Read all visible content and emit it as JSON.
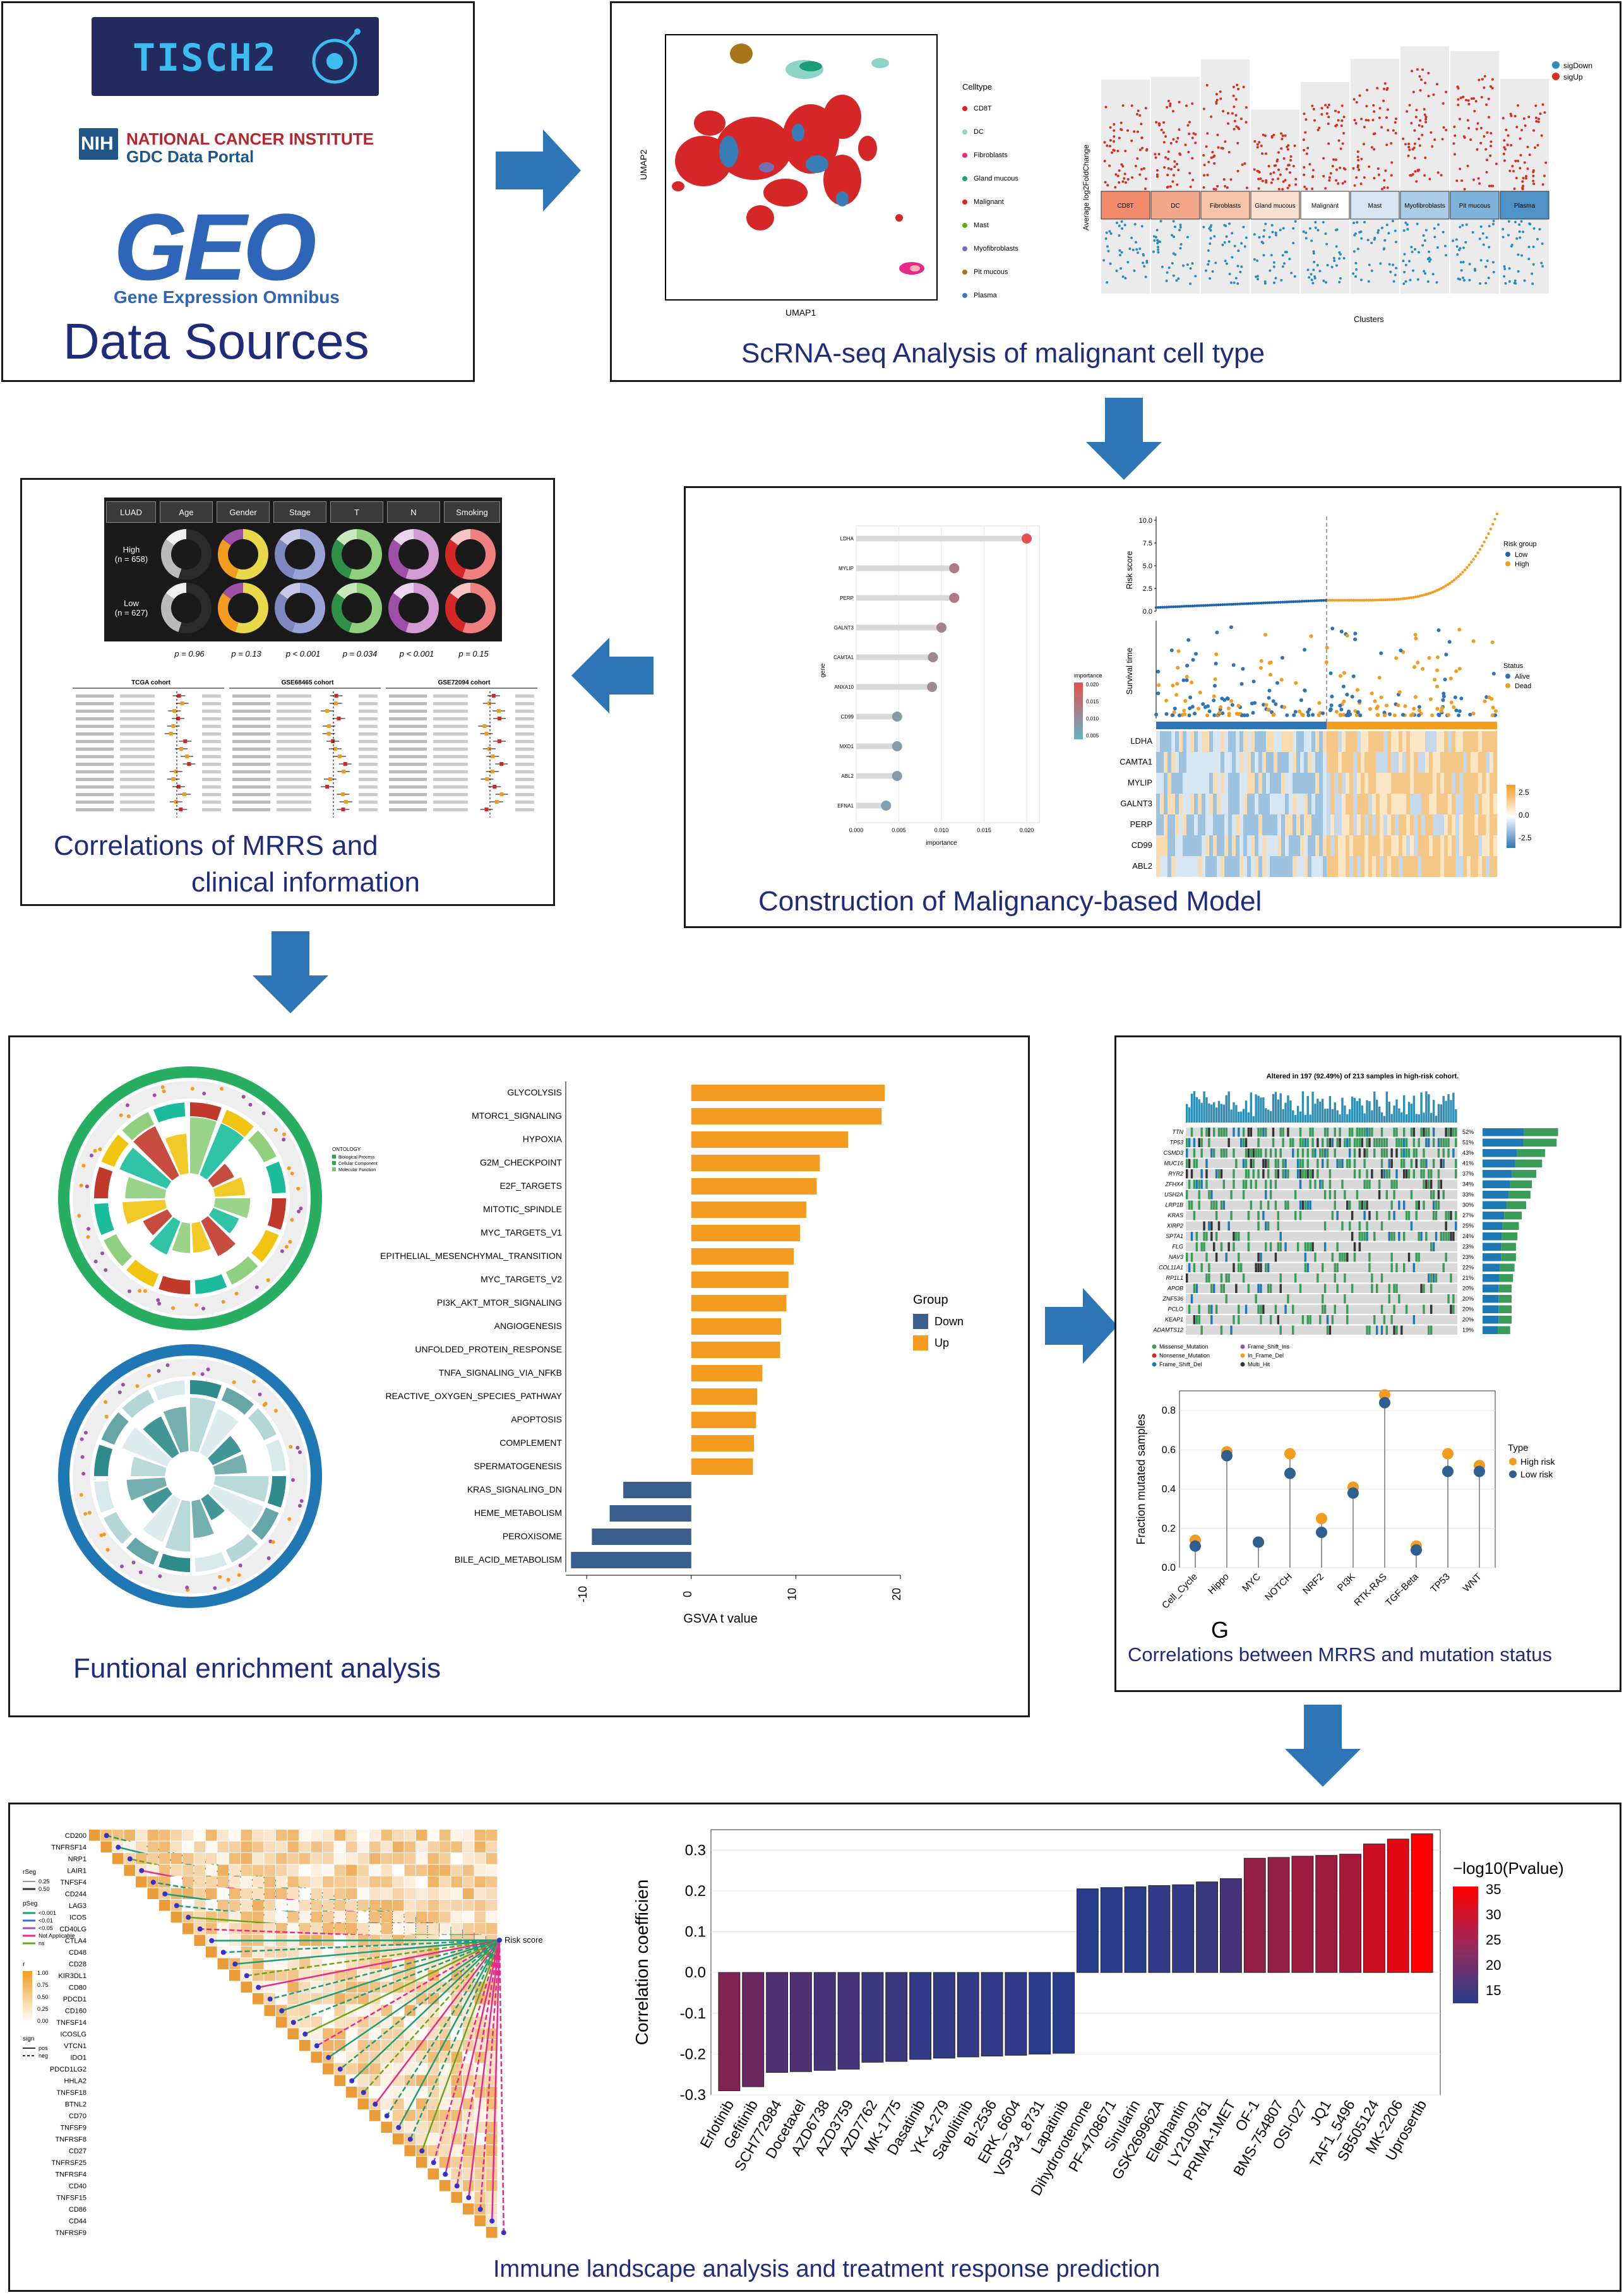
{
  "panels": {
    "data_sources": {
      "caption": "Data Sources",
      "logo_tisch": "TISCH2",
      "logo_nih": "NIH",
      "logo_nci_line1": "NATIONAL CANCER INSTITUTE",
      "logo_nci_line2": "GDC Data Portal",
      "logo_geo": "GEO",
      "logo_geo_sub": "Gene Expression Omnibus"
    },
    "scrna": {
      "caption": "ScRNA-seq Analysis of malignant cell type",
      "umap_xlabel": "UMAP1",
      "umap_ylabel": "UMAP2",
      "legend_title": "Celltype",
      "celltypes": [
        "CD8T",
        "DC",
        "Fibroblasts",
        "Gland mucous",
        "Malignant",
        "Mast",
        "Myofibroblasts",
        "Pit mucous",
        "Plasma"
      ],
      "celltype_colors": [
        "#e41a1c",
        "#8dd3c7",
        "#e7298a",
        "#1b9e77",
        "#d62728",
        "#66a61e",
        "#7570b3",
        "#a6761d",
        "#377eb8"
      ],
      "volcano_ylabel": "Average log2FoldChange",
      "volcano_xlabel": "Clusters",
      "volcano_legend": [
        "sigDown",
        "sigUp"
      ],
      "clusters": [
        "CD8T",
        "DC",
        "Fibroblasts",
        "Gland mucous",
        "Malignant",
        "Mast",
        "Myofibroblasts",
        "Pit mucous",
        "Plasma"
      ]
    },
    "model": {
      "caption": "Construction of Malignancy-based Model",
      "genes": [
        "LDHA",
        "MYLIP",
        "PERP",
        "GALNT3",
        "CAMTA1",
        "ANXA10",
        "CD99",
        "MXD1",
        "ABL2",
        "EFNA1"
      ],
      "importance": [
        0.02,
        0.0115,
        0.0115,
        0.01,
        0.009,
        0.0089,
        0.0048,
        0.0048,
        0.0048,
        0.0035
      ],
      "importance_axis": "importance",
      "importance_ticks": [
        "0.000",
        "0.005",
        "0.010",
        "0.015",
        "0.020"
      ],
      "legend_title": "importance",
      "legend_vals": [
        "0.020",
        "0.015",
        "0.010",
        "0.005"
      ],
      "genes_axis": "gene",
      "risk_ylabel": "Risk score",
      "risk_ticks": [
        "0.0",
        "2.5",
        "5.0",
        "7.5",
        "10.0"
      ],
      "risk_legend_title": "Risk group",
      "risk_legend": [
        "Low",
        "High"
      ],
      "surv_ylabel": "Survival time",
      "surv_legend_title": "Status",
      "surv_legend": [
        "Alive",
        "Dead"
      ],
      "heat_genes": [
        "LDHA",
        "CAMTA1",
        "MYLIP",
        "GALNT3",
        "PERP",
        "CD99",
        "ABL2"
      ],
      "heat_scale": [
        "2.5",
        "0.0",
        "-2.5"
      ]
    },
    "clinical": {
      "caption_line1": "Correlations of MRRS and",
      "caption_line2": "clinical information",
      "table_headers": [
        "LUAD",
        "Age",
        "Gender",
        "Stage",
        "T",
        "N",
        "Smoking"
      ],
      "row_high": "High",
      "row_high_n": "(n = 658)",
      "row_low": "Low",
      "row_low_n": "(n = 627)",
      "pvalues": [
        "p = 0.96",
        "p = 0.13",
        "p < 0.001",
        "p = 0.034",
        "p < 0.001",
        "p = 0.15"
      ],
      "cohorts": [
        "TCGA cohort",
        "GSE68465 cohort",
        "GSE72094 cohort"
      ]
    },
    "enrichment": {
      "caption": "Funtional enrichment analysis",
      "ontology_title": "ONTOLOGY",
      "ontology_items": [
        "Biological Process",
        "Cellular Component",
        "Molecular Function"
      ]
    },
    "mutation": {
      "caption": "Correlations between MRRS and mutation status",
      "oncoplot_title": "Altered in 197 (92.49%) of 213 samples in high-risk cohort.",
      "genes": [
        "TTN",
        "TP53",
        "CSMD3",
        "MUC16",
        "RYR2",
        "ZFHX4",
        "USH2A",
        "LRP1B",
        "KRAS",
        "XIRP2",
        "SPTA1",
        "FLG",
        "NAV3",
        "COL11A1",
        "RP1L1",
        "APOB",
        "ZNF536",
        "PCLO",
        "KEAP1",
        "ADAMTS12"
      ],
      "percents": [
        "52%",
        "51%",
        "43%",
        "41%",
        "37%",
        "34%",
        "33%",
        "30%",
        "27%",
        "25%",
        "24%",
        "23%",
        "23%",
        "22%",
        "21%",
        "20%",
        "20%",
        "20%",
        "20%",
        "19%"
      ],
      "mut_legend": [
        "Missense_Mutation",
        "Frame_Shift_Ins",
        "Nonsense_Mutation",
        "In_Frame_Del",
        "Frame_Shift_Del",
        "Multi_Hit"
      ],
      "panel_letter": "G",
      "fraction_ylabel": "Fraction mutated samples",
      "fraction_ticks": [
        "0.0",
        "0.2",
        "0.4",
        "0.6",
        "0.8"
      ],
      "type_title": "Type",
      "type_legend": [
        "High risk",
        "Low risk"
      ]
    },
    "immune": {
      "caption": "Immune landscape analysis and treatment response prediction",
      "risk_label": "Risk score",
      "genes": [
        "CD200",
        "TNFRSF14",
        "NRP1",
        "LAIR1",
        "TNFSF4",
        "CD244",
        "LAG3",
        "ICOS",
        "CD40LG",
        "CTLA4",
        "CD48",
        "CD28",
        "KIR3DL1",
        "CD80",
        "PDCD1",
        "CD160",
        "TNFSF14",
        "ICOSLG",
        "VTCN1",
        "IDO1",
        "PDCD1LG2",
        "HHLA2",
        "TNFSF18",
        "BTNL2",
        "CD70",
        "TNFSF9",
        "TNFRSF8",
        "CD27",
        "TNFRSF25",
        "TNFRSF4",
        "CD40",
        "TNFSF15",
        "CD86",
        "CD44",
        "TNFRSF9"
      ],
      "rseg_title": "rSeg",
      "rseg_items": [
        "0.25",
        "0.50"
      ],
      "pseg_title": "pSeg",
      "pseg_items": [
        "<0.001",
        "<0.01",
        "<0.05",
        "Not Applicable",
        "ns"
      ],
      "r_title": "r",
      "r_items": [
        "1.00",
        "0.75",
        "0.50",
        "0.25",
        "0.00"
      ],
      "sign_title": "sign",
      "sign_items": [
        "pos",
        "neg"
      ]
    }
  },
  "colors": {
    "arrow": "#2e75b6",
    "caption": "#1f2c7a",
    "up": "#f39c1f",
    "down": "#3a5f8f"
  },
  "chart_data": [
    {
      "type": "bar",
      "title": "",
      "xlabel": "GSVA t value",
      "ylabel": "",
      "orientation": "horizontal",
      "xlim": [
        -12,
        20
      ],
      "xticks": [
        "-10",
        "0",
        "10",
        "20"
      ],
      "legend_title": "Group",
      "legend": [
        "Down",
        "Up"
      ],
      "categories": [
        "GLYCOLYSIS",
        "MTORC1_SIGNALING",
        "HYPOXIA",
        "G2M_CHECKPOINT",
        "E2F_TARGETS",
        "MITOTIC_SPINDLE",
        "MYC_TARGETS_V1",
        "EPITHELIAL_MESENCHYMAL_TRANSITION",
        "MYC_TARGETS_V2",
        "PI3K_AKT_MTOR_SIGNALING",
        "ANGIOGENESIS",
        "UNFOLDED_PROTEIN_RESPONSE",
        "TNFA_SIGNALING_VIA_NFKB",
        "REACTIVE_OXYGEN_SPECIES_PATHWAY",
        "APOPTOSIS",
        "COMPLEMENT",
        "SPERMATOGENESIS",
        "KRAS_SIGNALING_DN",
        "HEME_METABOLISM",
        "PEROXISOME",
        "BILE_ACID_METABOLISM"
      ],
      "values": [
        18.5,
        18.2,
        15.0,
        12.3,
        12.0,
        11.0,
        10.4,
        9.8,
        9.3,
        9.1,
        8.6,
        8.5,
        6.8,
        6.3,
        6.2,
        6.0,
        5.9,
        -6.5,
        -7.8,
        -9.5,
        -11.5
      ]
    },
    {
      "type": "scatter",
      "title": "",
      "xlabel": "",
      "ylabel": "Fraction mutated samples",
      "ylim": [
        0,
        0.9
      ],
      "categories": [
        "Cell_Cycle",
        "Hippo",
        "MYC",
        "NOTCH",
        "NRF2",
        "PI3K",
        "RTK-RAS",
        "TGF-Beta",
        "TP53",
        "WNT"
      ],
      "series": [
        {
          "name": "High risk",
          "values": [
            0.14,
            0.59,
            0.13,
            0.58,
            0.25,
            0.41,
            0.88,
            0.11,
            0.58,
            0.52
          ]
        },
        {
          "name": "Low risk",
          "values": [
            0.11,
            0.57,
            0.13,
            0.48,
            0.18,
            0.38,
            0.84,
            0.09,
            0.49,
            0.49
          ]
        }
      ]
    },
    {
      "type": "bar",
      "title": "",
      "xlabel": "",
      "ylabel": "Correlation coefficien",
      "ylim": [
        -0.3,
        0.35
      ],
      "yticks": [
        "-0.3",
        "-0.2",
        "-0.1",
        "0.0",
        "0.1",
        "0.2",
        "0.3"
      ],
      "legend_title": "−log10(Pvalue)",
      "legend_ticks": [
        "35",
        "30",
        "25",
        "20",
        "15"
      ],
      "categories": [
        "Erlotinib",
        "Gefitinib",
        "SCH772984",
        "Docetaxel",
        "AZD6738",
        "AZD3759",
        "AZD7762",
        "MK-1775",
        "Dasatinib",
        "YK-4-279",
        "Savolitinib",
        "BI-2536",
        "ERK_6604",
        "VSP34_8731",
        "Lapatinib",
        "Dihydrorotenone",
        "PF-4708671",
        "Sinularin",
        "GSK269962A",
        "Elephantin",
        "LY2109761",
        "PRIMA-1MET",
        "OF-1",
        "BMS-754807",
        "OSI-027",
        "JQ1",
        "TAF1_5496",
        "SB505124",
        "MK-2206",
        "Uprosertib"
      ],
      "values": [
        -0.29,
        -0.28,
        -0.245,
        -0.243,
        -0.24,
        -0.237,
        -0.22,
        -0.218,
        -0.213,
        -0.21,
        -0.207,
        -0.205,
        -0.203,
        -0.2,
        -0.198,
        0.205,
        0.208,
        0.21,
        0.213,
        0.215,
        0.222,
        0.23,
        0.28,
        0.282,
        0.285,
        0.287,
        0.29,
        0.315,
        0.327,
        0.34
      ],
      "pvalue_log10": [
        22,
        20,
        17,
        17,
        16,
        16,
        15,
        15,
        14,
        14,
        14,
        14,
        14,
        13,
        13,
        13,
        13,
        13,
        14,
        14,
        15,
        16,
        24,
        24,
        25,
        25,
        26,
        30,
        32,
        35
      ]
    }
  ]
}
